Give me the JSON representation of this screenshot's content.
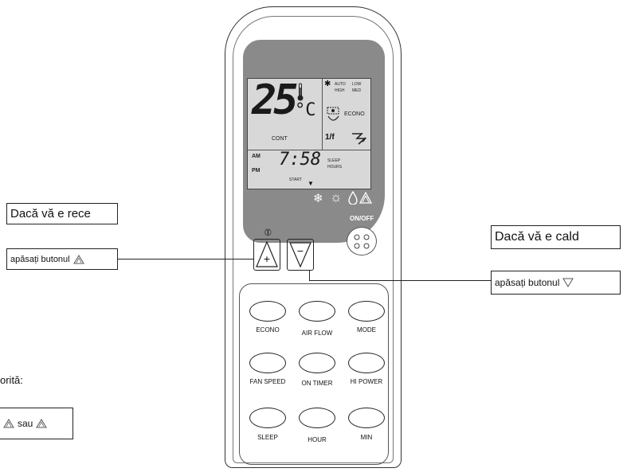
{
  "lcd": {
    "temperature": "25",
    "unit": "°C",
    "cont": "CONT",
    "fan_labels": {
      "auto": "AUTO",
      "low": "LOW",
      "high": "HIGH",
      "med": "MED"
    },
    "econo": "ECONO",
    "fraction": "1/f",
    "am": "AM",
    "pm": "PM",
    "time": "7:58",
    "start": "START",
    "sleep": "SLEEP",
    "hours": "HOURS"
  },
  "remote": {
    "onoff_label": "ON/OFF",
    "plus_symbol": "+",
    "minus_symbol": "−",
    "buttons": [
      {
        "label": "ECONO"
      },
      {
        "label": "AIR FLOW"
      },
      {
        "label": "MODE"
      },
      {
        "label": "FAN SPEED"
      },
      {
        "label": "ON TIMER"
      },
      {
        "label": "HI POWER"
      },
      {
        "label": "SLEEP"
      },
      {
        "label": "HOUR"
      },
      {
        "label": "MIN"
      }
    ]
  },
  "callouts": {
    "cold_title": "Dacă vă e rece",
    "cold_action": "apăsați butonul",
    "warm_title": "Dacă vă e cald",
    "warm_action": "apăsați butonul",
    "partial_text": "orită:",
    "partial_box": "sau"
  }
}
